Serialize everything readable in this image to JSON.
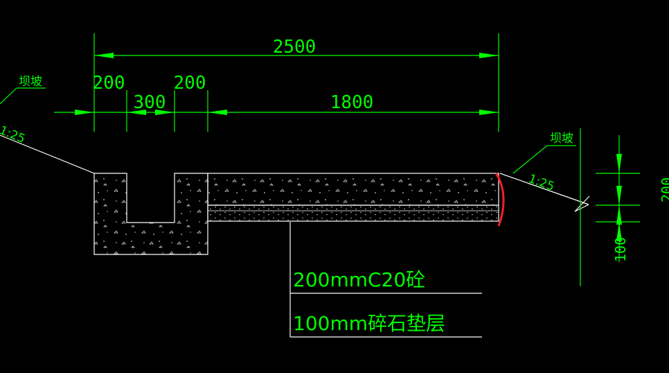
{
  "dimensions": {
    "overall": "2500",
    "seg_200_left": "200",
    "seg_300": "300",
    "seg_200_right": "200",
    "seg_1800": "1800",
    "right_200": "200",
    "right_100": "100"
  },
  "labels": {
    "layer_concrete": "200mmC20砼",
    "layer_gravel": "100mm碎石垫层"
  },
  "slopes": {
    "left_label": "坝坡",
    "left_ratio": "1:25",
    "right_label": "坝坡",
    "right_ratio": "1:25"
  },
  "colors": {
    "background": "#000000",
    "dimension": "#00ff00",
    "outline": "#ffffff",
    "markup": "#ff2020"
  }
}
